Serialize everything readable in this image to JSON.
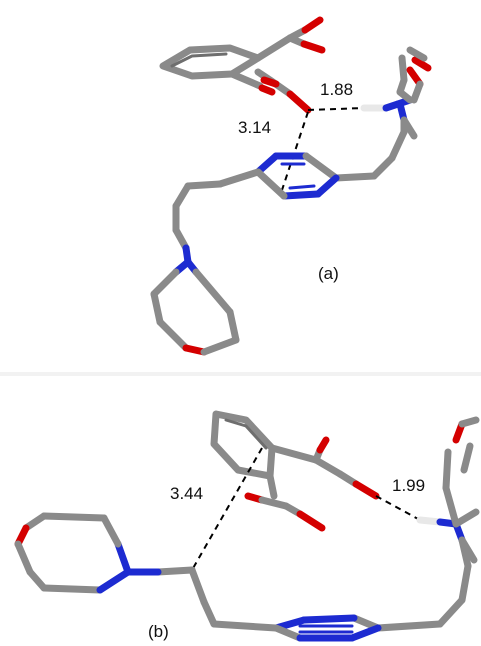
{
  "panels": [
    {
      "label": "(a)",
      "distances": [
        "3.14",
        "1.88"
      ]
    },
    {
      "label": "(b)",
      "distances": [
        "3.44",
        "1.99"
      ]
    }
  ],
  "colors": {
    "carbon": "#8a8a8a",
    "nitrogen": "#1d2bd1",
    "oxygen": "#d40000",
    "hydrogen": "#e6e6e6",
    "contact_line": "#000000"
  }
}
